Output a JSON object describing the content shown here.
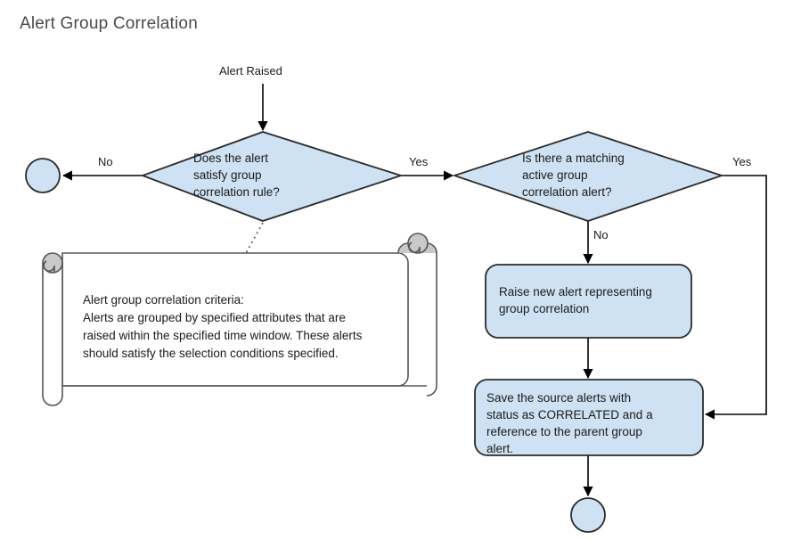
{
  "diagram": {
    "title": "Alert Group Correlation",
    "colors": {
      "node_fill": "#cfe2f3",
      "node_stroke": "#2b2b2b",
      "note_fill": "#ffffff",
      "note_curl_fill": "#c9c9c9",
      "note_stroke": "#555555",
      "edge": "#000000",
      "title_text": "#4a4a4a",
      "body_text": "#1a1a1a",
      "background": "#ffffff"
    },
    "nodes": {
      "start_terminator": {
        "type": "terminator",
        "label": ""
      },
      "end_terminator_left": {
        "type": "terminator",
        "label": ""
      },
      "end_terminator_bottom": {
        "type": "terminator",
        "label": ""
      },
      "decision_1": {
        "type": "decision",
        "text": "Does the alert\nsatisfy group\ncorrelation rule?"
      },
      "decision_2": {
        "type": "decision",
        "text": "Is there a matching\nactive group\ncorrelation alert?"
      },
      "process_1": {
        "type": "process",
        "text": "Raise new alert representing\ngroup correlation"
      },
      "process_2": {
        "type": "process",
        "text": "Save the source alerts with\nstatus as CORRELATED and a\nreference to the parent group\nalert."
      },
      "note": {
        "type": "note",
        "text": "Alert group correlation criteria:\nAlerts are grouped by specified attributes that are\nraised within the specified time window. These alerts\nshould satisfy the selection conditions specified."
      }
    },
    "edges": [
      {
        "id": "start-to-d1",
        "label": "Alert Raised",
        "from": "start",
        "to": "decision_1"
      },
      {
        "id": "d1-no",
        "label": "No",
        "from": "decision_1",
        "to": "end_terminator_left"
      },
      {
        "id": "d1-yes",
        "label": "Yes",
        "from": "decision_1",
        "to": "decision_2"
      },
      {
        "id": "d2-yes",
        "label": "Yes",
        "from": "decision_2",
        "to": "process_2"
      },
      {
        "id": "d2-no",
        "label": "No",
        "from": "decision_2",
        "to": "process_1"
      },
      {
        "id": "p1-to-p2",
        "label": "",
        "from": "process_1",
        "to": "process_2"
      },
      {
        "id": "p2-to-end",
        "label": "",
        "from": "process_2",
        "to": "end_terminator_bottom"
      },
      {
        "id": "d1-to-note",
        "label": "",
        "from": "decision_1",
        "to": "note",
        "style": "dotted"
      }
    ]
  }
}
